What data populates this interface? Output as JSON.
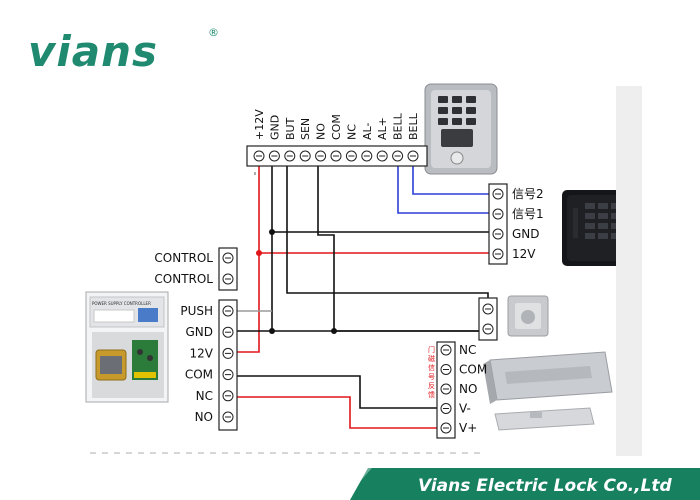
{
  "brand": {
    "name": "vians",
    "registered_mark": "®",
    "color": "#1f8a70"
  },
  "footer": {
    "company": "Vians Electric Lock Co.,Ltd",
    "band_color": "#16805f",
    "dark_color": "#0f3b33"
  },
  "keypad_terminal": {
    "labels": [
      "+12V",
      "GND",
      "BUT",
      "SEN",
      "NO",
      "COM",
      "NC",
      "AL-",
      "AL+",
      "BELL",
      "BELL"
    ]
  },
  "reader_terminal": {
    "labels": [
      "信号2",
      "信号1",
      "GND",
      "12V"
    ]
  },
  "control_terminal": {
    "labels": [
      "CONTROL",
      "CONTROL"
    ]
  },
  "power_terminal": {
    "labels": [
      "PUSH",
      "GND",
      "12V",
      "COM",
      "NC",
      "NO"
    ]
  },
  "lock_terminal": {
    "labels": [
      "NC",
      "COM",
      "NO",
      "V-",
      "V+"
    ],
    "side_label": "门磁信号反馈"
  },
  "power_supply": {
    "label": "POWER SUPPLY CONTROLLER"
  },
  "wire_colors": {
    "black": "#111111",
    "red": "#e0161b",
    "blue": "#2b3fd6",
    "gray": "#9a9a9a"
  }
}
